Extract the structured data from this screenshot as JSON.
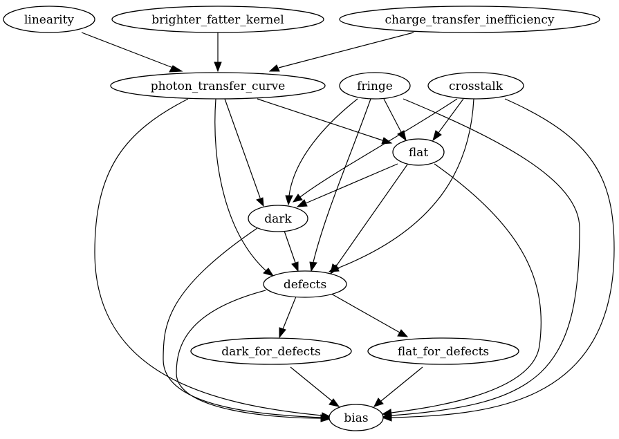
{
  "nodes": [
    {
      "id": "linearity",
      "label": "linearity"
    },
    {
      "id": "bfk",
      "label": "brighter_fatter_kernel"
    },
    {
      "id": "cti",
      "label": "charge_transfer_inefficiency"
    },
    {
      "id": "ptc",
      "label": "photon_transfer_curve"
    },
    {
      "id": "fringe",
      "label": "fringe"
    },
    {
      "id": "crosstalk",
      "label": "crosstalk"
    },
    {
      "id": "flat",
      "label": "flat"
    },
    {
      "id": "dark",
      "label": "dark"
    },
    {
      "id": "defects",
      "label": "defects"
    },
    {
      "id": "dark_for_defects",
      "label": "dark_for_defects"
    },
    {
      "id": "flat_for_defects",
      "label": "flat_for_defects"
    },
    {
      "id": "bias",
      "label": "bias"
    }
  ],
  "edges": [
    {
      "from": "linearity",
      "to": "ptc"
    },
    {
      "from": "bfk",
      "to": "ptc"
    },
    {
      "from": "cti",
      "to": "ptc"
    },
    {
      "from": "ptc",
      "to": "bias"
    },
    {
      "from": "ptc",
      "to": "defects"
    },
    {
      "from": "ptc",
      "to": "dark"
    },
    {
      "from": "ptc",
      "to": "flat"
    },
    {
      "from": "fringe",
      "to": "dark"
    },
    {
      "from": "fringe",
      "to": "defects"
    },
    {
      "from": "fringe",
      "to": "flat"
    },
    {
      "from": "fringe",
      "to": "bias"
    },
    {
      "from": "crosstalk",
      "to": "dark"
    },
    {
      "from": "crosstalk",
      "to": "flat"
    },
    {
      "from": "crosstalk",
      "to": "defects"
    },
    {
      "from": "crosstalk",
      "to": "bias"
    },
    {
      "from": "flat",
      "to": "dark"
    },
    {
      "from": "flat",
      "to": "defects"
    },
    {
      "from": "flat",
      "to": "bias"
    },
    {
      "from": "dark",
      "to": "defects"
    },
    {
      "from": "dark",
      "to": "bias"
    },
    {
      "from": "defects",
      "to": "dark_for_defects"
    },
    {
      "from": "defects",
      "to": "flat_for_defects"
    },
    {
      "from": "defects",
      "to": "bias"
    },
    {
      "from": "dark_for_defects",
      "to": "bias"
    },
    {
      "from": "flat_for_defects",
      "to": "bias"
    }
  ]
}
